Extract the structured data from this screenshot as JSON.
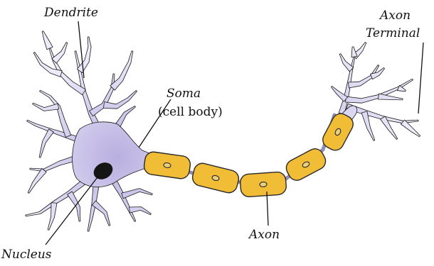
{
  "labels": {
    "dendrite": "Dendrite",
    "soma": "Soma",
    "soma_note": "(cell body)",
    "axon_terminal_line1": "Axon",
    "axon_terminal_line2": "Terminal",
    "axon": "Axon",
    "nucleus": "Nucleus"
  },
  "colors": {
    "soma_light": "#ecebfa",
    "soma_dark": "#b9afe0",
    "nucleus": "#151515",
    "myelin": "#f2bd36",
    "myelin_edge": "#c99a1d",
    "myelin_core": "#ead07c",
    "node": "#8f8cb2"
  }
}
